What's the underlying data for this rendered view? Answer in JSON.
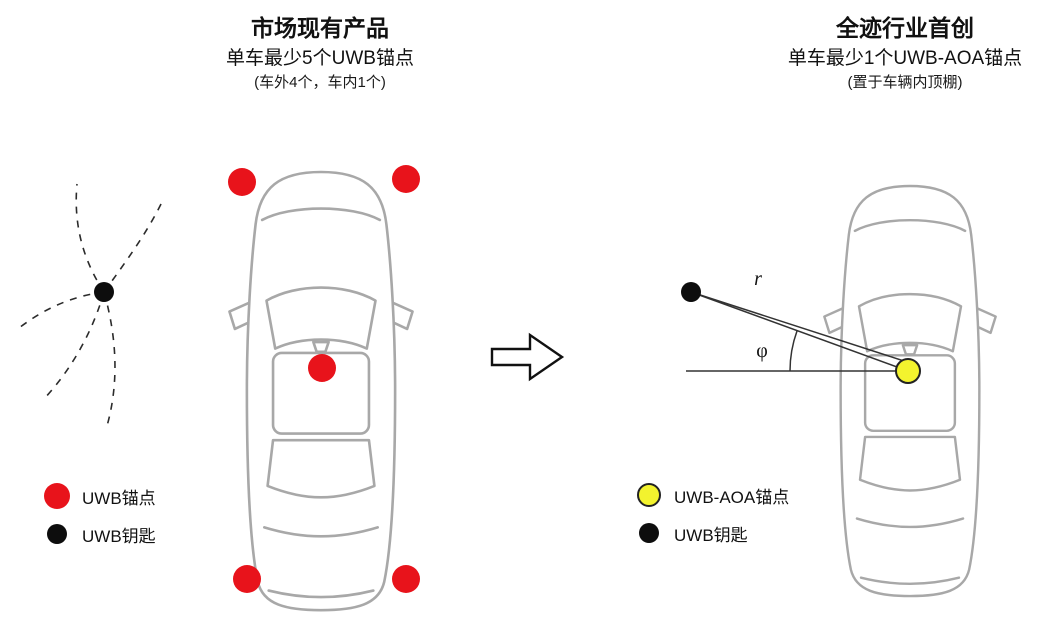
{
  "left_panel": {
    "title": "市场现有产品",
    "subtitle": "单车最少5个UWB锚点",
    "note": "(车外4个，车内1个)",
    "legend": [
      {
        "icon": "red-anchor-dot",
        "label": "UWB锚点"
      },
      {
        "icon": "black-key-dot",
        "label": "UWB钥匙"
      }
    ]
  },
  "right_panel": {
    "title": "全迹行业首创",
    "subtitle": "单车最少1个UWB-AOA锚点",
    "note": "(置于车辆内顶棚)",
    "legend": [
      {
        "icon": "yellow-aoa-anchor-dot",
        "label": "UWB-AOA锚点"
      },
      {
        "icon": "black-key-dot",
        "label": "UWB钥匙"
      }
    ],
    "annotations": {
      "radius": "r",
      "angle": "φ"
    }
  },
  "colors": {
    "anchor_red": "#e8131b",
    "aoa_anchor_yellow": "#f3f32e",
    "key_black": "#0d0d0d",
    "car_outline": "#a8a8a8"
  }
}
